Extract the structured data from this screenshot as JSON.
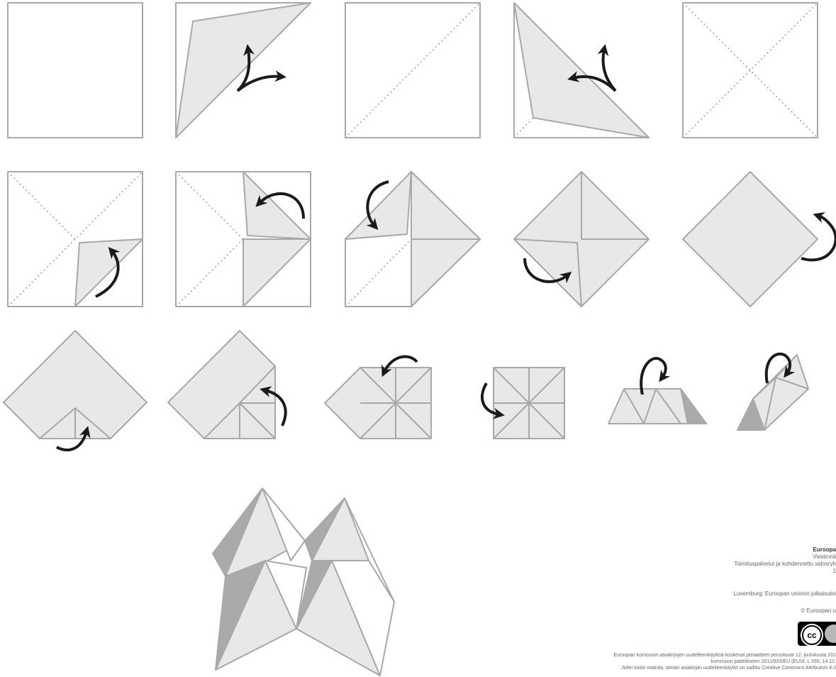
{
  "credits": {
    "org": "Euroopa",
    "line1": "Viestinnä",
    "line2": "Toimituspalvelut ja kohdennettu sidosryh",
    "line3": "1",
    "publisher": "Luxemburg: Euroopan unionin julkaisutoi",
    "copyright": "© Euroopan u",
    "license_badge": "cc",
    "legal1": "Euroopan komission asiakirjojen uudelleenkäyttöä koskevat periaatteet perustuvat 12. joulukuuta 201",
    "legal2": "komission päätökseen 2011/833/EU (EUVL L 330, 14.12.",
    "legal3": "Jollei toisin mainita, tämän asiakirjan uudelleenkäyttö on sallittu Creative Commons Attribution 4.0"
  },
  "colors": {
    "paper_fill": "#e8e8e8",
    "paper_shadow": "#aaaaaa",
    "outline": "#a8a8a8",
    "arrow": "#1a1a1a",
    "fold_dots": "#b0b0b0"
  }
}
